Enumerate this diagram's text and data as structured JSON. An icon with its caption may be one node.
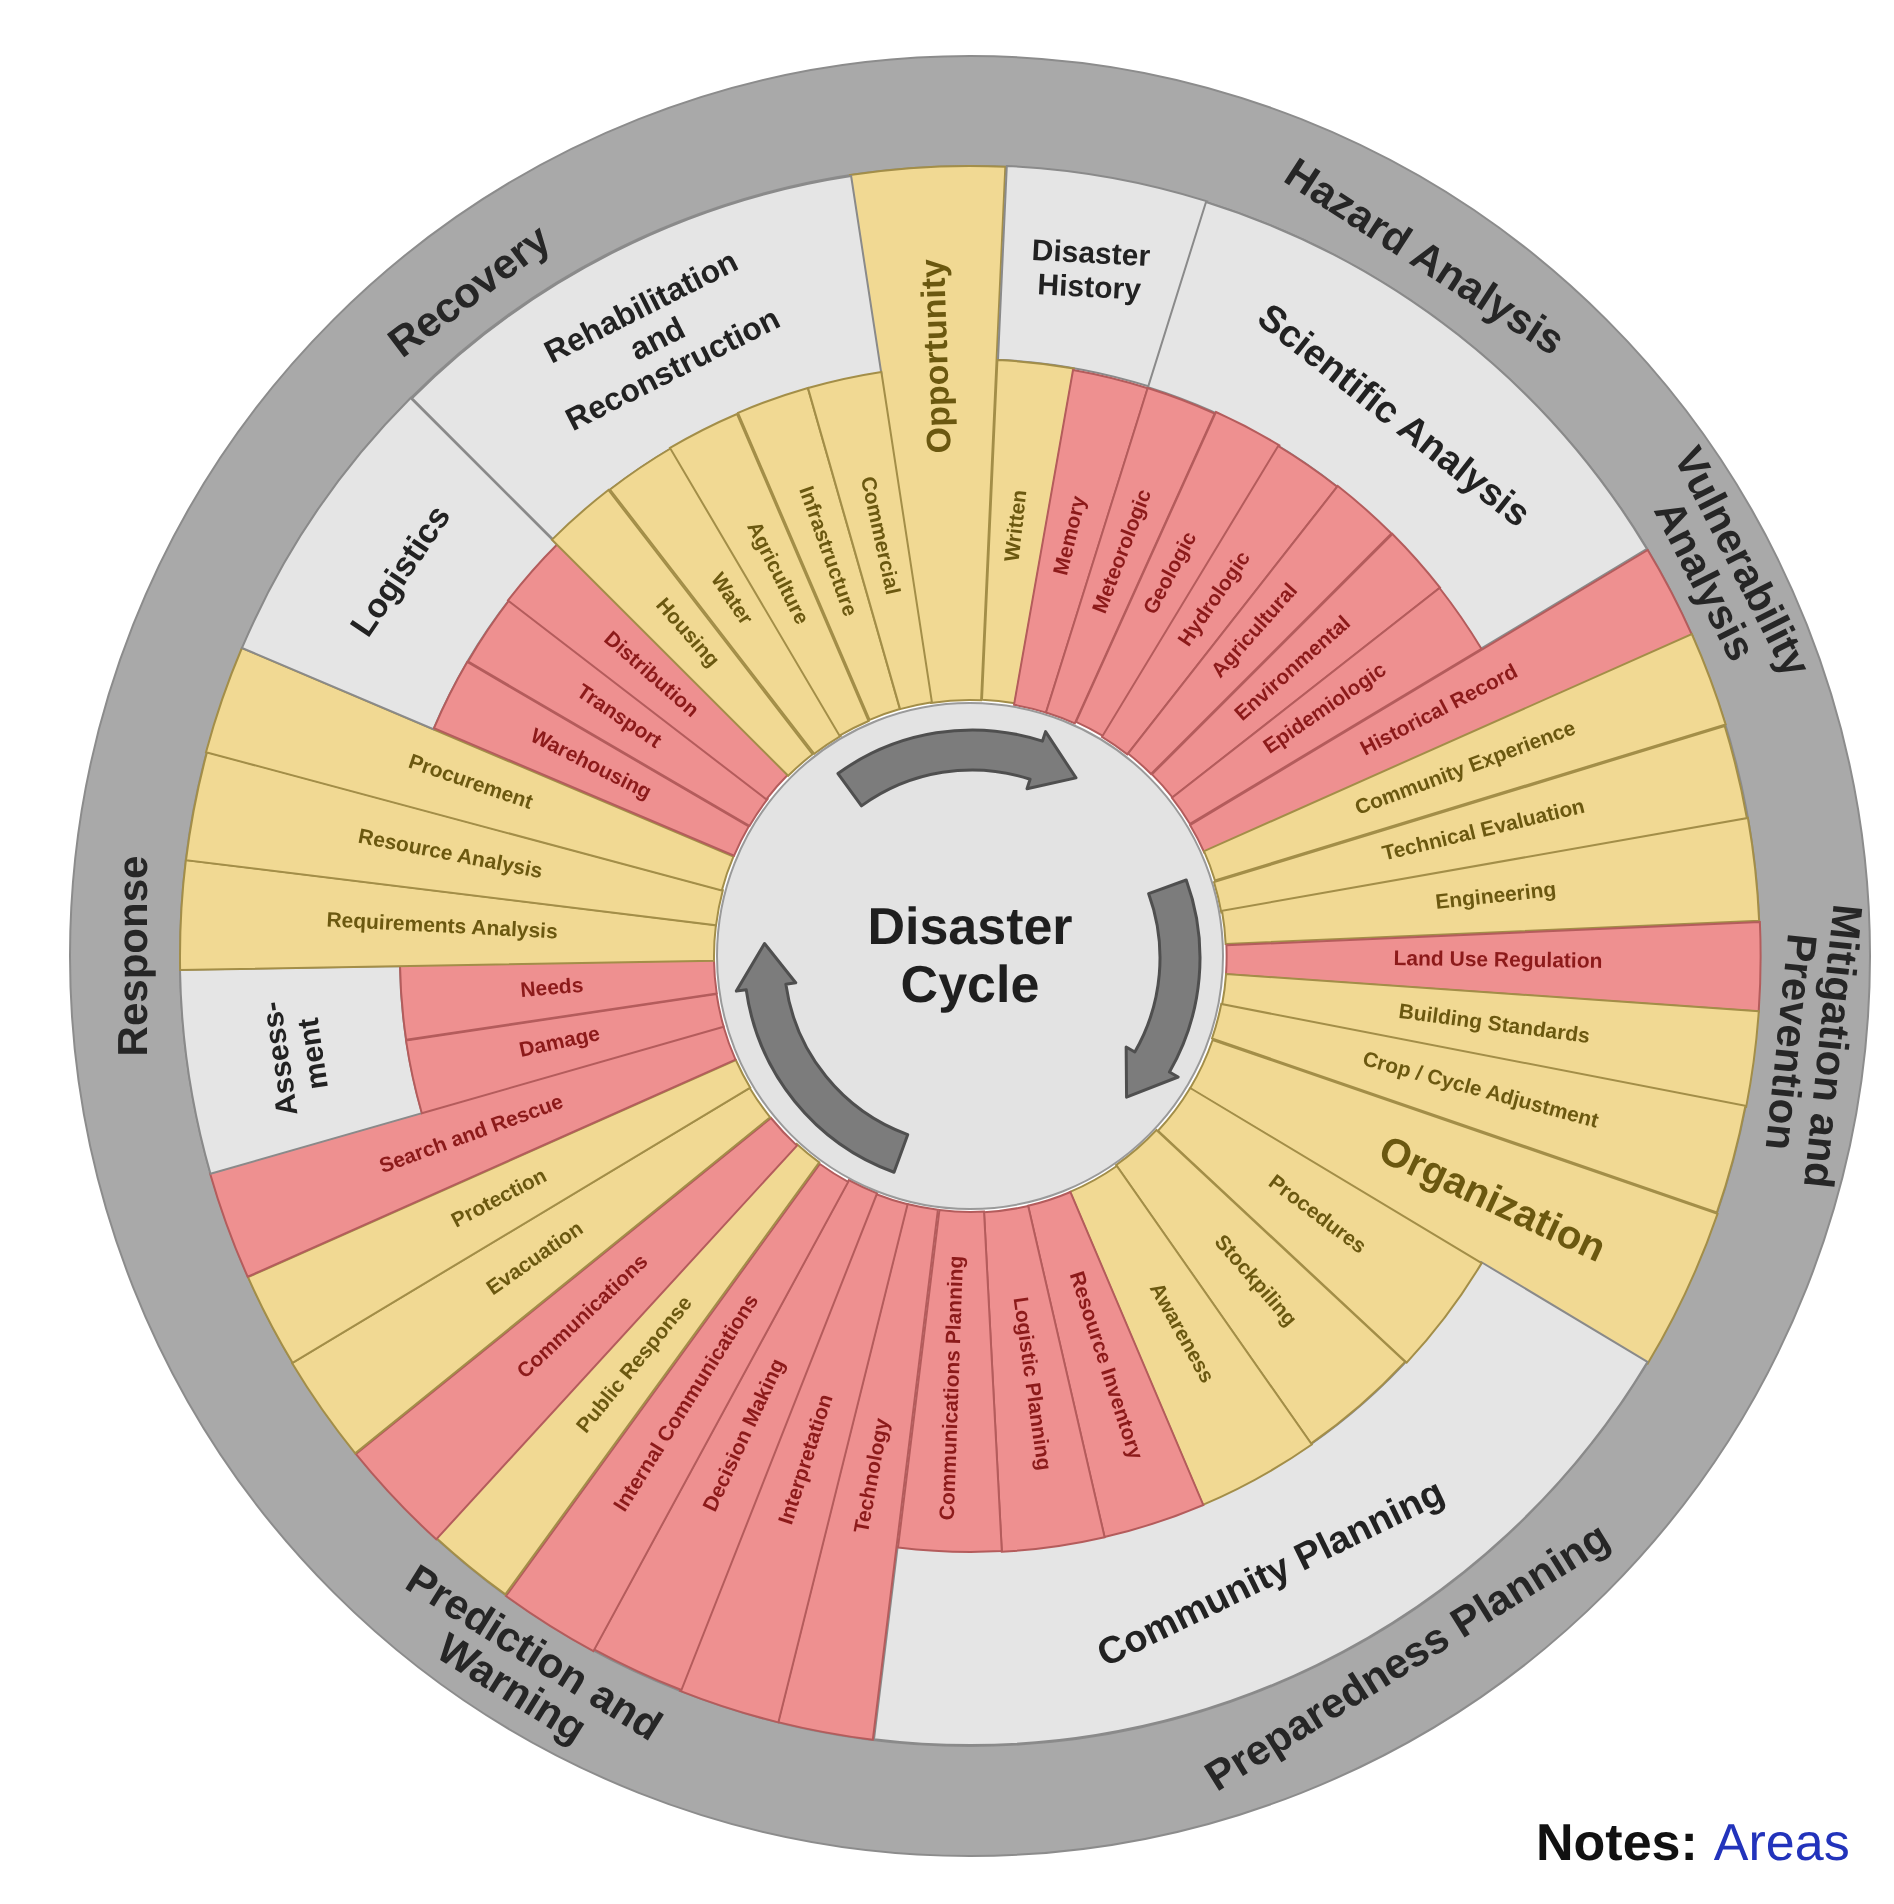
{
  "diagram": {
    "nodes": [
      {
        "text": [
          "Disaster Cycle"
        ]
      },
      {
        "text": [
          "Opportunity"
        ]
      },
      {
        "text": [
          "Disaster History"
        ]
      },
      {
        "text": [
          "Written"
        ]
      },
      {
        "text": [
          "Memory"
        ]
      },
      {
        "text": [
          "Scientific Analysis"
        ]
      },
      {
        "text": [
          "Meteorologic"
        ]
      },
      {
        "text": [
          "Geologic"
        ]
      },
      {
        "text": [
          "Hydrologic"
        ]
      },
      {
        "text": [
          "Agricultural"
        ]
      },
      {
        "text": [
          "Environmental"
        ]
      },
      {
        "text": [
          "Epidemiologic"
        ]
      },
      {
        "text": [
          "Historical Record"
        ]
      },
      {
        "text": [
          "Community Experience"
        ]
      },
      {
        "text": [
          "Technical Evaluation"
        ]
      },
      {
        "text": [
          "Engineering"
        ]
      },
      {
        "text": [
          "Land Use Regulation"
        ]
      },
      {
        "text": [
          "Building Standards"
        ]
      },
      {
        "text": [
          "Crop / Cycle Adjustment"
        ]
      },
      {
        "text": [
          "Organization"
        ]
      },
      {
        "text": [
          "Community Planning"
        ]
      },
      {
        "text": [
          "Procedures"
        ]
      },
      {
        "text": [
          "Stockpiling"
        ]
      },
      {
        "text": [
          "Awareness"
        ]
      },
      {
        "text": [
          "Resource Inventory"
        ]
      },
      {
        "text": [
          "Logistic Planning"
        ]
      },
      {
        "text": [
          "Communications Planning"
        ]
      },
      {
        "text": [
          "Technology"
        ]
      },
      {
        "text": [
          "Interpretation"
        ]
      },
      {
        "text": [
          "Decision Making"
        ]
      },
      {
        "text": [
          "Internal Communications"
        ]
      },
      {
        "text": [
          "Public Response"
        ]
      },
      {
        "text": [
          "Communications"
        ]
      },
      {
        "text": [
          "Evacuation"
        ]
      },
      {
        "text": [
          "Protection"
        ]
      },
      {
        "text": [
          "Search and Rescue"
        ]
      },
      {
        "text": [
          "Assess- ment"
        ]
      },
      {
        "text": [
          "Damage"
        ]
      },
      {
        "text": [
          "Needs"
        ]
      },
      {
        "text": [
          "Requirements Analysis"
        ]
      },
      {
        "text": [
          "Resource Analysis"
        ]
      },
      {
        "text": [
          "Procurement"
        ]
      },
      {
        "text": [
          "Logistics"
        ]
      },
      {
        "text": [
          "Warehousing"
        ]
      },
      {
        "text": [
          "Transport"
        ]
      },
      {
        "text": [
          "Distribution"
        ]
      },
      {
        "text": [
          "Rehabilitation and Reconstruction"
        ]
      },
      {
        "text": [
          "Housing"
        ]
      },
      {
        "text": [
          "Water"
        ]
      },
      {
        "text": [
          "Agriculture"
        ]
      },
      {
        "text": [
          "Infrastructure"
        ]
      },
      {
        "text": [
          "Commercial"
        ]
      }
    ],
    "labels": [
      "Recovery",
      "Hazard Analysis",
      "Vulnerability Analysis",
      "Mitigation and Prevention",
      "Preparedness Planning",
      "Prediction and Warning",
      "Response",
      "Notes:",
      "Areas"
    ]
  }
}
